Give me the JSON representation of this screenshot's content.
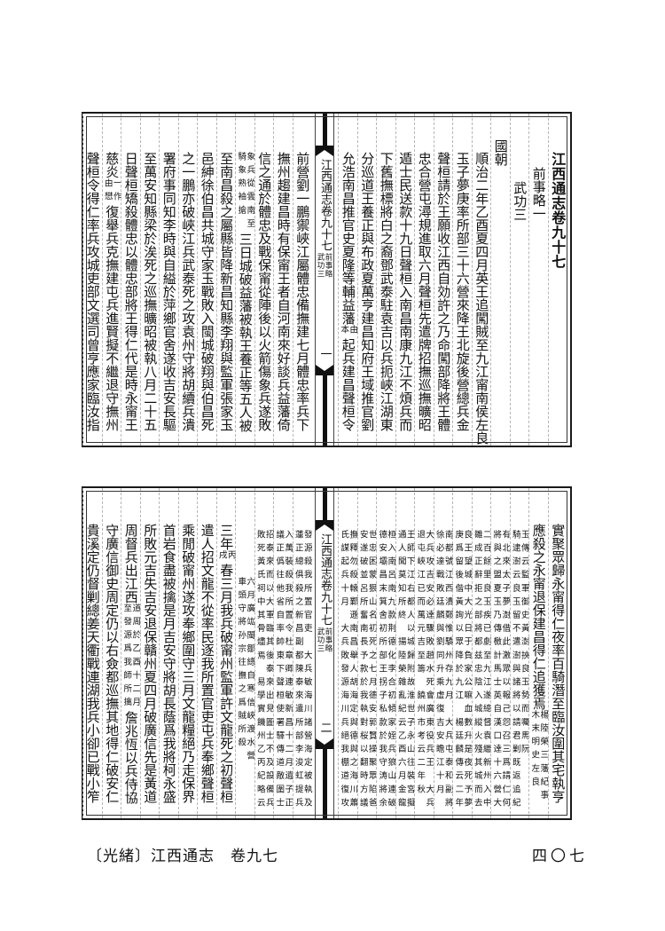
{
  "top": {
    "right": [
      {
        "role": "title",
        "seg": [
          {
            "t": "江西通志卷九十七"
          }
        ]
      },
      {
        "role": "heading",
        "seg": [
          {
            "t": "前事略一"
          }
        ]
      },
      {
        "role": "subheading",
        "seg": [
          {
            "t": "武功三"
          }
        ]
      },
      {
        "role": "raised",
        "seg": [
          {
            "t": "國朝"
          }
        ]
      },
      {
        "role": "text",
        "seg": [
          {
            "t": "順治二年乙酉夏四月英王追闖賊至九江甯南侯左良"
          }
        ]
      },
      {
        "role": "text",
        "seg": [
          {
            "t": "玉子夢庚率所部三十六營來降王北旋後營總兵金"
          }
        ]
      },
      {
        "role": "text",
        "seg": [
          {
            "t": "聲桓請於王願收江西自効許之乃命闖部降將王體"
          }
        ]
      },
      {
        "role": "text",
        "seg": [
          {
            "t": "忠合營屯潯規進取六月聲桓先遣牌招撫巡撫曠昭"
          }
        ]
      },
      {
        "role": "text",
        "seg": [
          {
            "t": "遁士民送款十九日聲桓入南昌南康九江不煩兵而"
          }
        ]
      },
      {
        "role": "text",
        "seg": [
          {
            "t": "下舊撫標將白之裔鄧武泰駐袁吉以兵扼峽江湖東"
          }
        ]
      },
      {
        "role": "text",
        "seg": [
          {
            "t": "分巡道王養正與布政夏萬亨建昌知府王域推官劉"
          }
        ]
      },
      {
        "role": "text",
        "seg": [
          {
            "t": "允浩南昌推官史夏隆等輔益藩"
          },
          {
            "n": [
              "由",
              "本"
            ]
          },
          {
            "t": "起兵建昌聲桓令"
          }
        ]
      }
    ],
    "fold": {
      "title": "江西通志卷九十七",
      "note": [
        "前事略",
        "武功三"
      ],
      "page": "一"
    },
    "left": [
      {
        "role": "text",
        "seg": [
          {
            "t": "前營劉一鵬禦峽江屬體忠備撫建七月體忠率兵下"
          }
        ]
      },
      {
        "role": "text",
        "seg": [
          {
            "t": "撫州趨建昌時有保甯王者自河南來好談兵益藩倚"
          }
        ]
      },
      {
        "role": "text",
        "seg": [
          {
            "t": "信之通於體忠及戰保甯從陣後以火箭傷象兵遂敗"
          }
        ]
      },
      {
        "role": "text",
        "seg": [
          {
            "n": [
              "象兵從雲南至",
              "騎象熟袖搶"
            ]
          },
          {
            "t": "三日城破益藩被執王養正等五人被"
          }
        ]
      },
      {
        "role": "text",
        "seg": [
          {
            "t": "至南昌殺之屬縣皆降新昌知縣李翔與監軍張家玉"
          }
        ]
      },
      {
        "role": "text",
        "seg": [
          {
            "t": "邑紳徐伯昌共城守家玉戰敗入閩城破翔與伯昌死"
          }
        ]
      },
      {
        "role": "text",
        "seg": [
          {
            "t": "之一鵬亦破峽江兵武泰死之攻袁州守將胡續兵潰"
          }
        ]
      },
      {
        "role": "text",
        "seg": [
          {
            "t": "署府事同知李時與自縊於萍鄉官舍遂收吉安長驅"
          }
        ]
      },
      {
        "role": "text",
        "seg": [
          {
            "t": "至萬安知縣梁於涘死之巡撫曠昭被執八月二十五"
          }
        ]
      },
      {
        "role": "text",
        "seg": [
          {
            "t": "日聲桓矯殺體忠以體忠部將王得仁代是時永甯王"
          }
        ]
      },
      {
        "role": "text",
        "seg": [
          {
            "t": "慈炎"
          },
          {
            "n": [
              "一作",
              "由𢡟"
            ]
          },
          {
            "t": "復舉兵克撫建屯兵進賢擬不繼退守撫州"
          }
        ]
      },
      {
        "role": "text",
        "seg": [
          {
            "t": "聲桓令得仁率兵攻城吏部文選司曾亨應家臨汝指"
          }
        ]
      }
    ]
  },
  "bottom": {
    "right": [
      {
        "role": "text",
        "seg": [
          {
            "t": "實聚眾歸永甯得仁夜率百騎潛至臨汝圍其宅執亨"
          }
        ]
      },
      {
        "role": "text",
        "seg": [
          {
            "t": "應殺之永甯退保建昌得仁追獲焉"
          },
          {
            "n": [
              "楊陸榮三藩紀事",
              "木末明史左良"
            ]
          }
        ]
      },
      {
        "role": "note",
        "seg": [
          {
            "n": [
              "玉傳云監軍御史黃澍挾良玉勢而囑馬阮",
              "騎逮澍云良玉留不遣澍與諸將以請君剿既返追紀"
            ]
          }
        ]
      },
      {
        "role": "note",
        "seg": [
          {
            "n": [
              "有北來太子夢澍借此激眾以報己怨召三爲請仁何",
              "將與之盟夏玉乃傳檄計馬士英自漢口達十六營大"
            ]
          }
        ]
      },
      {
        "role": "note",
        "seg": [
          {
            "n": [
              "二百餘里良玉疾已劇至九江遂總督袁繼新州入中",
              "雛成正辭拒之部將都兹忠陰入城縱火殘其城而去"
            ]
          }
        ]
      },
      {
        "role": "note",
        "seg": [
          {
            "n": [
              "良王望城中大光日于負家公嘛血數升是夜死予夢",
              "庚爲留後偕黃詢以眾降於九江　楊廷麟傳云二年"
            ]
          }
        ]
      },
      {
        "role": "note",
        "seg": [
          {
            "n": [
              "南都號江西潰鄭惟驕州存九月　大兵屯泰和副將",
              "徐必達戰敗廷麟與劉同升乘虛復吉安瞻江十月　"
            ]
          }
        ]
      },
      {
        "role": "note",
        "seg": [
          {
            "n": [
              "大兵攻吉安必達驟敗趙水死會廣東役兵王　大兵",
              "退屯峽江已而萬元吉至籌　饒州市考云二年秋　"
            ]
          }
        ]
      },
      {
        "role": "note",
        "seg": [
          {
            "n": [
              "王師下江右都人以城歸附故淮世子永山往裝宮擬",
              "通人聞莫知所終　揚陸榮雜亂紀云乙酉六月金龍"
            ]
          }
        ]
      },
      {
        "role": "note",
        "seg": [
          {
            "n": [
              "桓入南呂南九款荆德化李合初傾家姪兵狼山連破",
              "德安壩昌末箕舍初所部王拐子私款於我守涛將余"
            ]
          }
        ]
      },
      {
        "role": "note",
        "seg": [
          {
            "n": [
              "世忠困蒙狠山名初死之七月德安郭賢操聚眾陷爸",
              "安遂破並呂所奮南長予款於我執對桜以翻時方議"
            ]
          }
        ]
      },
      {
        "role": "note",
        "seg": [
          {
            "n": [
              "撫釋勿殺轅鄴遜南昌舉人胡海定與德與之海川蕭",
              "氏謀起兵十月　大兵敗發源海川兵絕我棚道復攻"
            ]
          }
        ]
      }
    ],
    "fold": {
      "title": "江西通志卷九十七",
      "note": [
        "前事略",
        "武功三"
      ],
      "page": "二"
    },
    "left": [
      {
        "role": "note",
        "seg": [
          {
            "n": [
              "發源殺我所置官吏　大兵敏海川諸營海定被執及",
              "蓮正總俱殺之新昌副都陳泰來遣所部李浚虹提兵"
            ]
          }
        ]
      },
      {
        "role": "note",
        "seg": [
          {
            "n": [
              "入萬裝殺我所置令杜章卿連敏新昌十二月遺子正",
              "議正僞往他省自率帥東下聲桓使署驛傳道敵圍士"
            ]
          }
        ]
      },
      {
        "role": "note",
        "seg": [
          {
            "n": [
              "招泰來而以大軍臨其後泰來出見圖士不及設備兵",
              "敗死黃氏祠中其骨燼焉　易學實饑州乙丙紀略云"
            ]
          }
        ]
      },
      {
        "role": "note",
        "seg": [
          {
            "n": [
              "六月廣竑閩鄒總自寒信峽渡水營",
              "車頭守將孙宗往撫之爲賊所殺"
            ]
          }
        ]
      },
      {
        "role": "text",
        "seg": [
          {
            "t": "三年"
          },
          {
            "n": [
              "丙",
              "戌"
            ]
          },
          {
            "t": "春三月我兵破甯州監軍許文龍死之初聲桓"
          }
        ]
      },
      {
        "role": "text",
        "seg": [
          {
            "t": "遣人招文龍不從率民逐我所置官吏屯兵奉鄉聲桓"
          }
        ]
      },
      {
        "role": "text",
        "seg": [
          {
            "t": "乘閒破甯州遂攻奉鄉圍守三月文龍糧絕乃走保界"
          }
        ]
      },
      {
        "role": "text",
        "seg": [
          {
            "t": "首岩食盡被擒是月吉安守將胡長蔭爲我將柯永盛"
          }
        ]
      },
      {
        "role": "text",
        "seg": [
          {
            "t": "所敗元吉失吉安退保贛州夏四月破廣信先是黃道"
          }
        ]
      },
      {
        "role": "text",
        "seg": [
          {
            "t": "周督兵出江西"
          },
          {
            "n": [
              "道周於乙酉十二月",
              "至發源爲我師所擒"
            ]
          },
          {
            "t": "詹兆恆以兵侍協"
          }
        ]
      },
      {
        "role": "text",
        "seg": [
          {
            "t": "守廣信御史周定仍以右僉都巡撫其地得仁破安仁"
          }
        ]
      },
      {
        "role": "text",
        "seg": [
          {
            "t": "貴溪定仍督剿總姜天衢戰連湖我兵小卻已戰小笮"
          }
        ]
      }
    ]
  },
  "footer": {
    "left": "〔光緒〕江西通志　卷九七",
    "right": "四〇七"
  }
}
